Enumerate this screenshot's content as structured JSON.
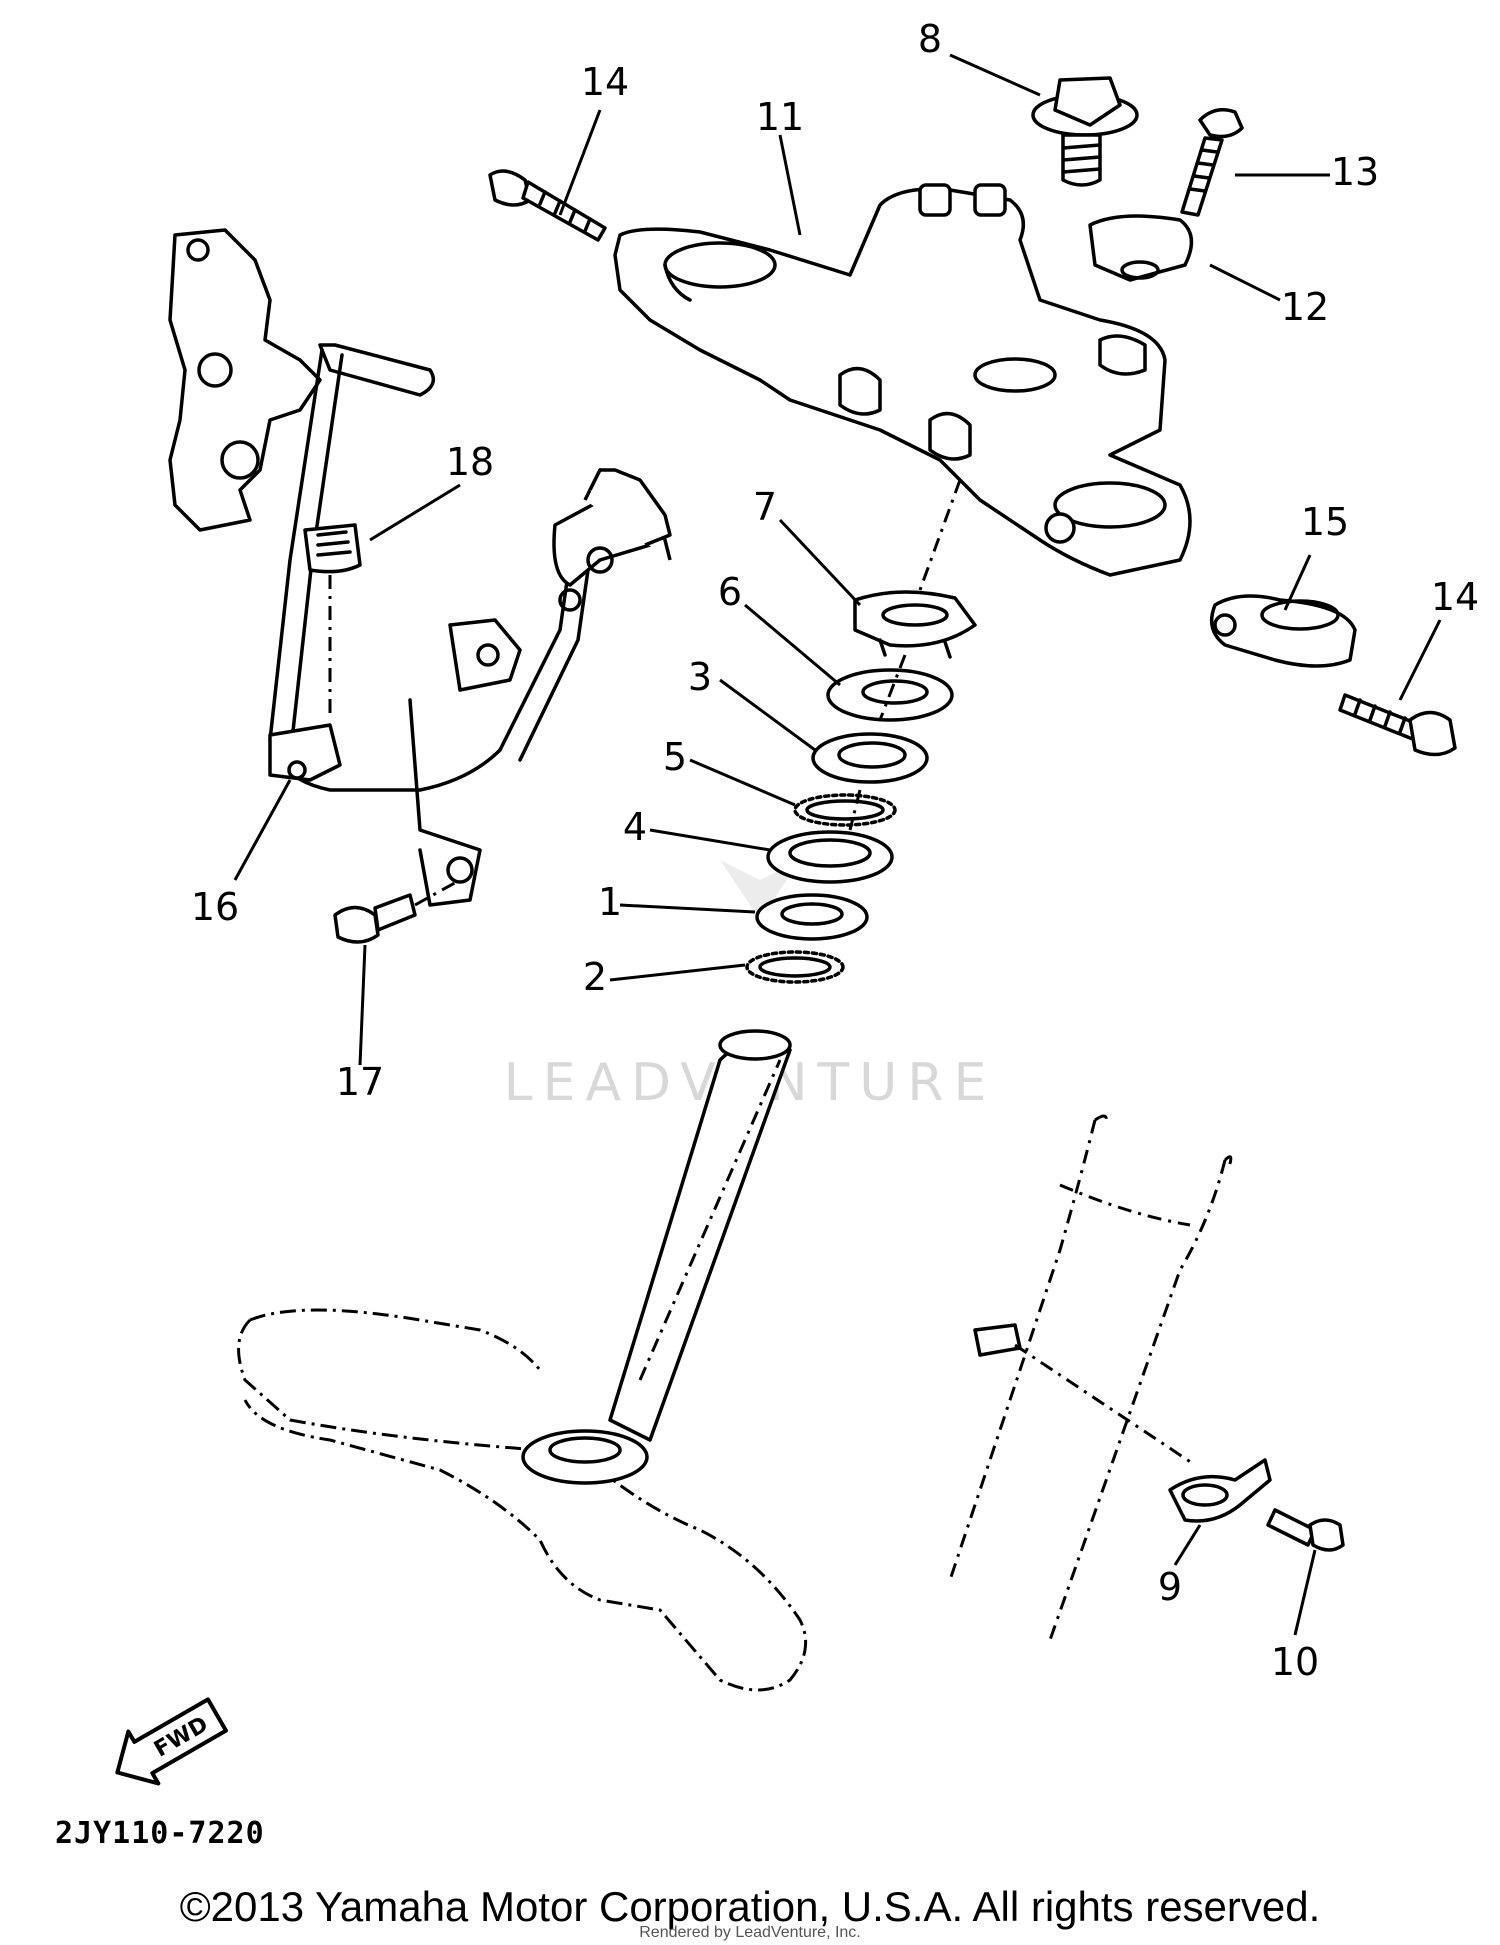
{
  "diagram": {
    "part_labels": [
      "1",
      "2",
      "3",
      "4",
      "5",
      "6",
      "7",
      "8",
      "9",
      "10",
      "11",
      "12",
      "13",
      "14",
      "14",
      "15",
      "16",
      "17",
      "18"
    ],
    "diagram_code": "2JY110-7220",
    "fwd_label": "FWD",
    "watermark": "LEADVENTURE"
  },
  "footer": {
    "copyright": "©2013 Yamaha Motor Corporation, U.S.A. All rights reserved.",
    "rendered_by": "Rendered by LeadVenture, Inc."
  }
}
